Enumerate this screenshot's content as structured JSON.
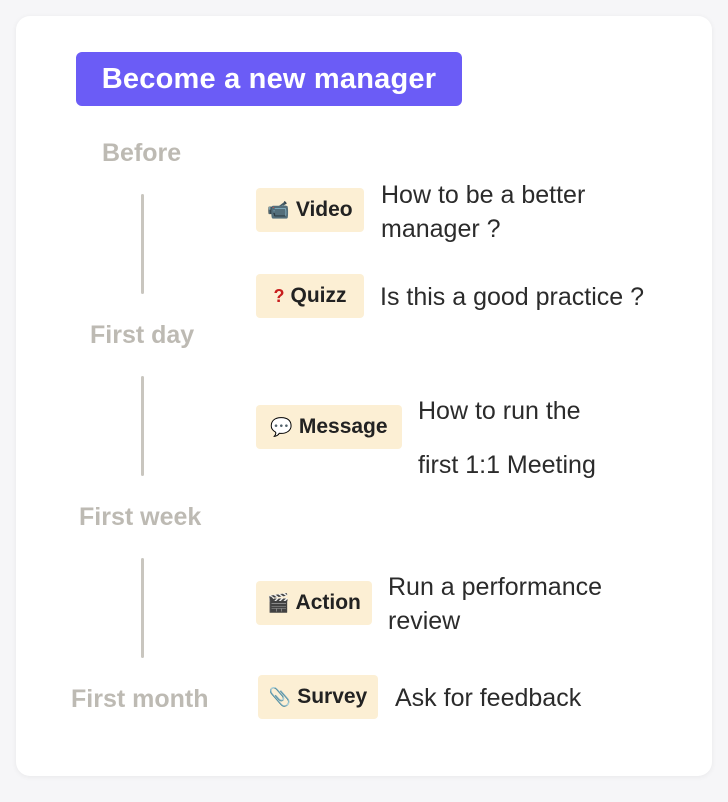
{
  "header": {
    "title": "Become a new manager"
  },
  "stages": {
    "before": "Before",
    "first_day": "First day",
    "first_week": "First week",
    "first_month": "First month"
  },
  "steps": [
    {
      "tag": "Video",
      "icon": "📹",
      "icon_name": "video-camera-icon",
      "desc_line1": "How to be a better",
      "desc_line2": "manager ?"
    },
    {
      "tag": "Quizz",
      "icon": "?",
      "icon_name": "question-mark-icon",
      "icon_color": "#c81e1e",
      "desc_line1": "Is this a good practice ?"
    },
    {
      "tag": "Message",
      "icon": "💬",
      "icon_name": "speech-bubble-icon",
      "desc_line1": "How to run the",
      "desc_line2": "first 1:1 Meeting"
    },
    {
      "tag": "Action",
      "icon": "🎬",
      "icon_name": "clapperboard-icon",
      "desc_line1": "Run a performance",
      "desc_line2": "review"
    },
    {
      "tag": "Survey",
      "icon": "📎",
      "icon_name": "paperclip-icon",
      "desc_line1": "Ask for feedback"
    }
  ],
  "colors": {
    "accent": "#6b5cf6",
    "tag_bg": "#fcefd4",
    "stage_text": "#bdbab3",
    "timeline": "#c9c6bf"
  }
}
